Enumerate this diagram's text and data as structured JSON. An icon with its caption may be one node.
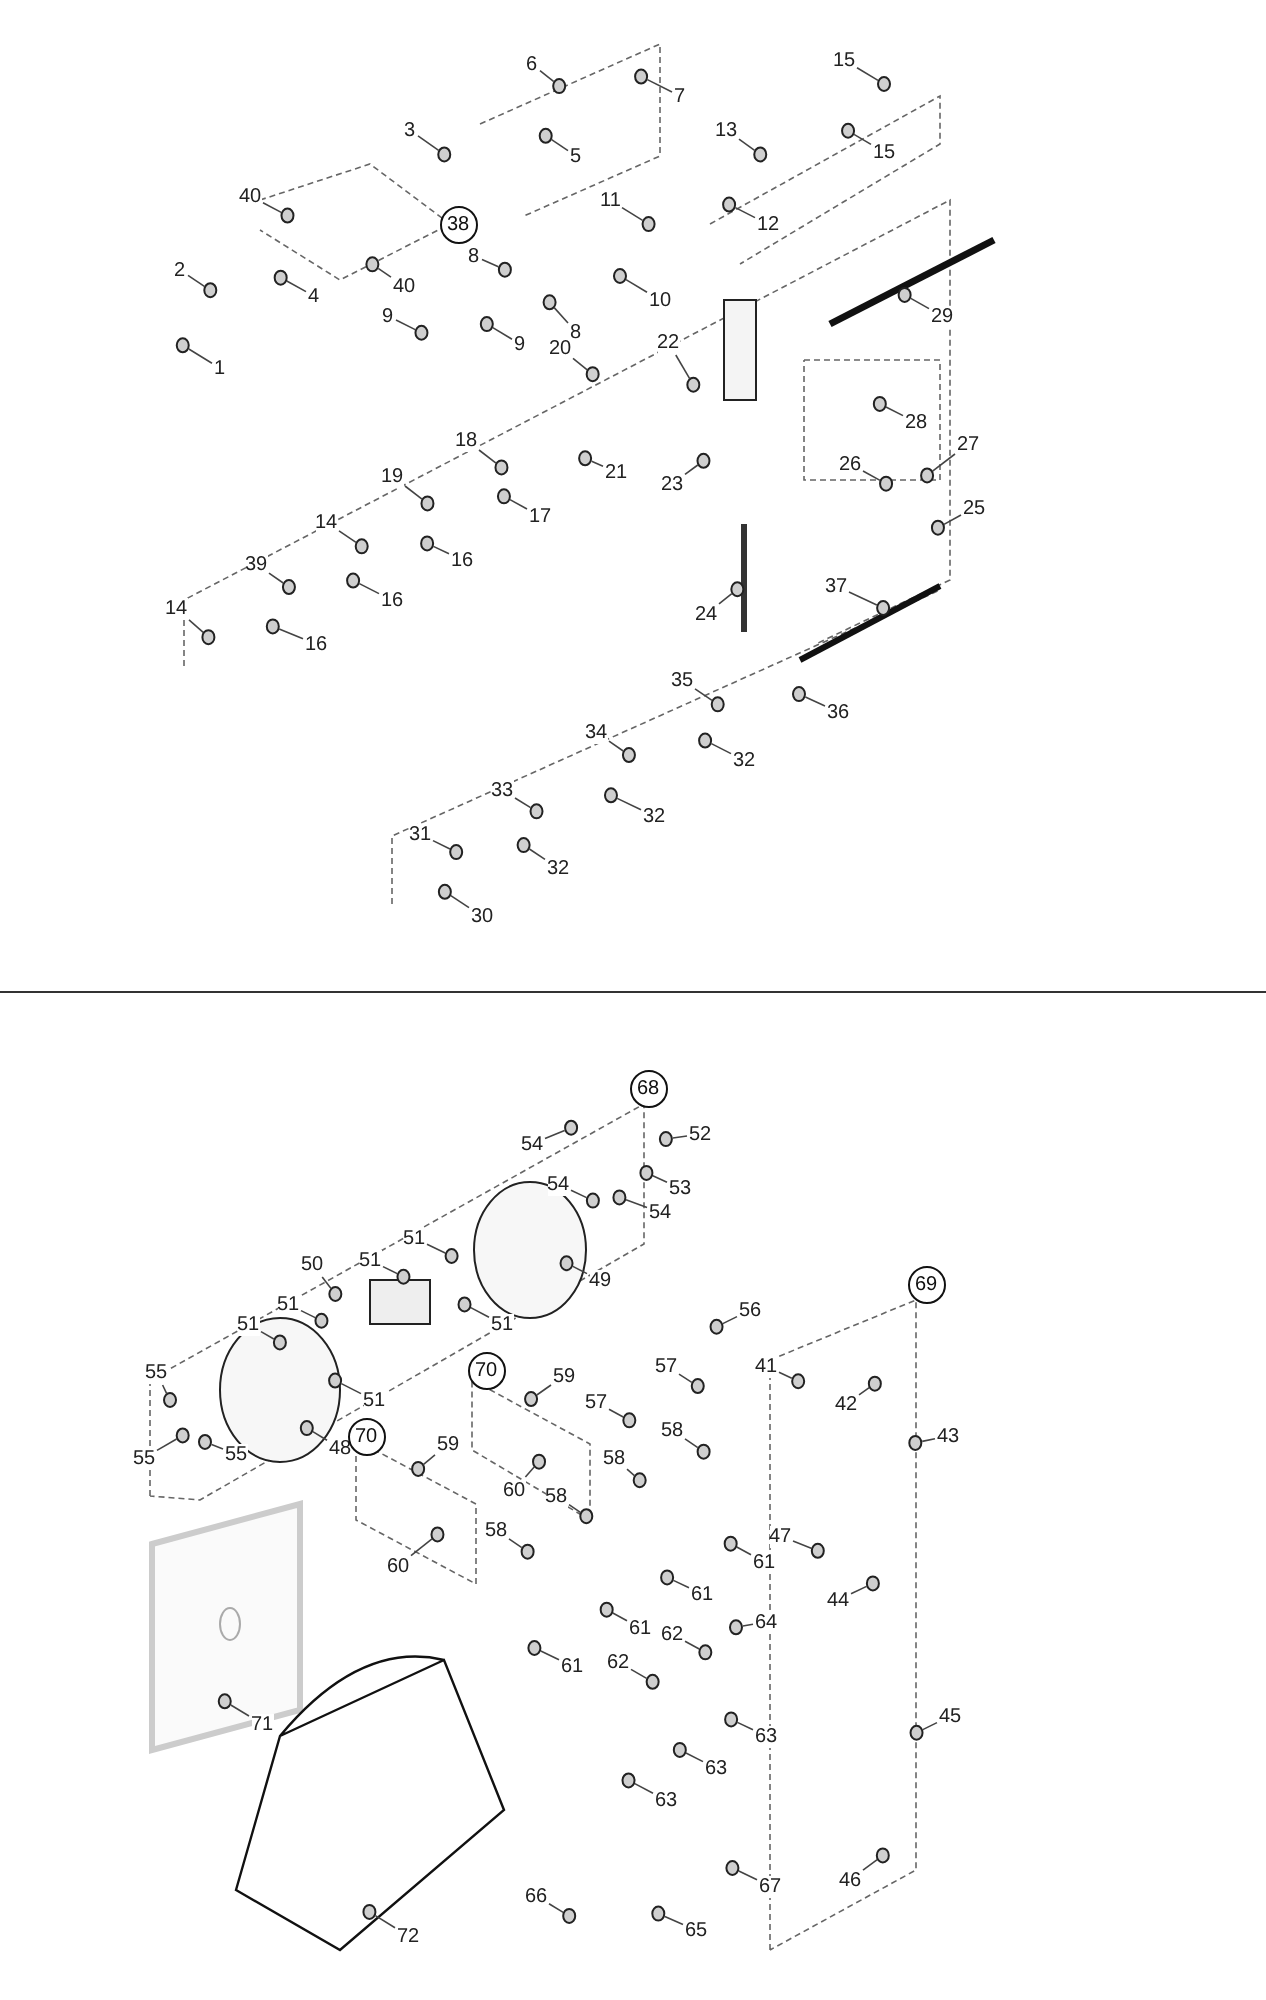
{
  "diagram": {
    "nodes": [
      {
        "text": [
          "6"
        ]
      },
      {
        "text": [
          "7"
        ]
      },
      {
        "text": [
          "15"
        ]
      },
      {
        "text": [
          "13"
        ]
      },
      {
        "text": [
          "15"
        ]
      },
      {
        "text": [
          "3"
        ]
      },
      {
        "text": [
          "5"
        ]
      },
      {
        "text": [
          "40"
        ]
      },
      {
        "text": [
          "38"
        ]
      },
      {
        "text": [
          "11"
        ]
      },
      {
        "text": [
          "12"
        ]
      },
      {
        "text": [
          "2"
        ]
      },
      {
        "text": [
          "4"
        ]
      },
      {
        "text": [
          "40"
        ]
      },
      {
        "text": [
          "8"
        ]
      },
      {
        "text": [
          "10"
        ]
      },
      {
        "text": [
          "9"
        ]
      },
      {
        "text": [
          "9"
        ]
      },
      {
        "text": [
          "8"
        ]
      },
      {
        "text": [
          "20"
        ]
      },
      {
        "text": [
          "22"
        ]
      },
      {
        "text": [
          "29"
        ]
      },
      {
        "text": [
          "1"
        ]
      },
      {
        "text": [
          "28"
        ]
      },
      {
        "text": [
          "27"
        ]
      },
      {
        "text": [
          "18"
        ]
      },
      {
        "text": [
          "21"
        ]
      },
      {
        "text": [
          "26"
        ]
      },
      {
        "text": [
          "23"
        ]
      },
      {
        "text": [
          "19"
        ]
      },
      {
        "text": [
          "17"
        ]
      },
      {
        "text": [
          "25"
        ]
      },
      {
        "text": [
          "14"
        ]
      },
      {
        "text": [
          "16"
        ]
      },
      {
        "text": [
          "39"
        ]
      },
      {
        "text": [
          "16"
        ]
      },
      {
        "text": [
          "24"
        ]
      },
      {
        "text": [
          "37"
        ]
      },
      {
        "text": [
          "14"
        ]
      },
      {
        "text": [
          "16"
        ]
      },
      {
        "text": [
          "35"
        ]
      },
      {
        "text": [
          "36"
        ]
      },
      {
        "text": [
          "34"
        ]
      },
      {
        "text": [
          "32"
        ]
      },
      {
        "text": [
          "33"
        ]
      },
      {
        "text": [
          "32"
        ]
      },
      {
        "text": [
          "31"
        ]
      },
      {
        "text": [
          "32"
        ]
      },
      {
        "text": [
          "30"
        ]
      },
      {
        "text": [
          "68"
        ]
      },
      {
        "text": [
          "52"
        ]
      },
      {
        "text": [
          "54"
        ]
      },
      {
        "text": [
          "53"
        ]
      },
      {
        "text": [
          "54"
        ]
      },
      {
        "text": [
          "54"
        ]
      },
      {
        "text": [
          "51"
        ]
      },
      {
        "text": [
          "50"
        ]
      },
      {
        "text": [
          "51"
        ]
      },
      {
        "text": [
          "49"
        ]
      },
      {
        "text": [
          "51"
        ]
      },
      {
        "text": [
          "51"
        ]
      },
      {
        "text": [
          "56"
        ]
      },
      {
        "text": [
          "69"
        ]
      },
      {
        "text": [
          "51"
        ]
      },
      {
        "text": [
          "51"
        ]
      },
      {
        "text": [
          "57"
        ]
      },
      {
        "text": [
          "55"
        ]
      },
      {
        "text": [
          "70"
        ]
      },
      {
        "text": [
          "59"
        ]
      },
      {
        "text": [
          "41"
        ]
      },
      {
        "text": [
          "42"
        ]
      },
      {
        "text": [
          "57"
        ]
      },
      {
        "text": [
          "58"
        ]
      },
      {
        "text": [
          "43"
        ]
      },
      {
        "text": [
          "55"
        ]
      },
      {
        "text": [
          "55"
        ]
      },
      {
        "text": [
          "48"
        ]
      },
      {
        "text": [
          "70"
        ]
      },
      {
        "text": [
          "59"
        ]
      },
      {
        "text": [
          "58"
        ]
      },
      {
        "text": [
          "60"
        ]
      },
      {
        "text": [
          "58"
        ]
      },
      {
        "text": [
          "61"
        ]
      },
      {
        "text": [
          "47"
        ]
      },
      {
        "text": [
          "58"
        ]
      },
      {
        "text": [
          "60"
        ]
      },
      {
        "text": [
          "61"
        ]
      },
      {
        "text": [
          "44"
        ]
      },
      {
        "text": [
          "64"
        ]
      },
      {
        "text": [
          "61"
        ]
      },
      {
        "text": [
          "62"
        ]
      },
      {
        "text": [
          "62"
        ]
      },
      {
        "text": [
          "61"
        ]
      },
      {
        "text": [
          "71"
        ]
      },
      {
        "text": [
          "63"
        ]
      },
      {
        "text": [
          "45"
        ]
      },
      {
        "text": [
          "63"
        ]
      },
      {
        "text": [
          "63"
        ]
      },
      {
        "text": [
          "67"
        ]
      },
      {
        "text": [
          "66"
        ]
      },
      {
        "text": [
          "46"
        ]
      },
      {
        "text": [
          "65"
        ]
      },
      {
        "text": [
          "72"
        ]
      }
    ],
    "edges": [
      {
        "from": 0,
        "to": null,
        "arrow": "none"
      },
      {
        "from": 1,
        "to": null,
        "arrow": "none"
      },
      {
        "from": 2,
        "to": null,
        "arrow": "none"
      },
      {
        "from": 3,
        "to": null,
        "arrow": "none"
      },
      {
        "from": 4,
        "to": null,
        "arrow": "none"
      },
      {
        "from": 5,
        "to": null,
        "arrow": "none"
      },
      {
        "from": 6,
        "to": null,
        "arrow": "none"
      },
      {
        "from": 7,
        "to": null,
        "arrow": "none"
      },
      {
        "from": 9,
        "to": null,
        "arrow": "none"
      },
      {
        "from": 10,
        "to": null,
        "arrow": "none"
      },
      {
        "from": 11,
        "to": null,
        "arrow": "none"
      },
      {
        "from": 12,
        "to": null,
        "arrow": "none"
      },
      {
        "from": 13,
        "to": null,
        "arrow": "none"
      },
      {
        "from": 14,
        "to": null,
        "arrow": "none"
      },
      {
        "from": 15,
        "to": null,
        "arrow": "none"
      },
      {
        "from": 16,
        "to": null,
        "arrow": "none"
      },
      {
        "from": 17,
        "to": null,
        "arrow": "none"
      },
      {
        "from": 18,
        "to": null,
        "arrow": "none"
      },
      {
        "from": 19,
        "to": null,
        "arrow": "none"
      },
      {
        "from": 20,
        "to": null,
        "arrow": "none"
      },
      {
        "from": 21,
        "to": null,
        "arrow": "none"
      },
      {
        "from": 22,
        "to": null,
        "arrow": "none"
      },
      {
        "from": 23,
        "to": null,
        "arrow": "none"
      },
      {
        "from": 24,
        "to": null,
        "arrow": "none"
      },
      {
        "from": 25,
        "to": null,
        "arrow": "none"
      },
      {
        "from": 26,
        "to": null,
        "arrow": "none"
      },
      {
        "from": 27,
        "to": null,
        "arrow": "none"
      },
      {
        "from": 28,
        "to": null,
        "arrow": "none"
      },
      {
        "from": 29,
        "to": null,
        "arrow": "none"
      },
      {
        "from": 30,
        "to": null,
        "arrow": "none"
      },
      {
        "from": 31,
        "to": null,
        "arrow": "none"
      },
      {
        "from": 32,
        "to": null,
        "arrow": "none"
      },
      {
        "from": 33,
        "to": null,
        "arrow": "none"
      },
      {
        "from": 34,
        "to": null,
        "arrow": "none"
      },
      {
        "from": 35,
        "to": null,
        "arrow": "none"
      },
      {
        "from": 36,
        "to": null,
        "arrow": "none"
      },
      {
        "from": 37,
        "to": null,
        "arrow": "none"
      },
      {
        "from": 38,
        "to": null,
        "arrow": "none"
      },
      {
        "from": 39,
        "to": null,
        "arrow": "none"
      },
      {
        "from": 40,
        "to": null,
        "arrow": "none"
      },
      {
        "from": 41,
        "to": null,
        "arrow": "none"
      },
      {
        "from": 42,
        "to": null,
        "arrow": "none"
      },
      {
        "from": 43,
        "to": null,
        "arrow": "none"
      },
      {
        "from": 44,
        "to": null,
        "arrow": "none"
      },
      {
        "from": 45,
        "to": null,
        "arrow": "none"
      },
      {
        "from": 46,
        "to": null,
        "arrow": "none"
      },
      {
        "from": 47,
        "to": null,
        "arrow": "none"
      },
      {
        "from": 48,
        "to": null,
        "arrow": "none"
      },
      {
        "from": 50,
        "to": null,
        "arrow": "none"
      },
      {
        "from": 51,
        "to": null,
        "arrow": "none"
      },
      {
        "from": 52,
        "to": null,
        "arrow": "none"
      },
      {
        "from": 53,
        "to": null,
        "arrow": "none"
      },
      {
        "from": 54,
        "to": null,
        "arrow": "none"
      },
      {
        "from": 55,
        "to": null,
        "arrow": "none"
      },
      {
        "from": 56,
        "to": null,
        "arrow": "none"
      },
      {
        "from": 57,
        "to": null,
        "arrow": "none"
      },
      {
        "from": 58,
        "to": null,
        "arrow": "none"
      },
      {
        "from": 59,
        "to": null,
        "arrow": "none"
      },
      {
        "from": 60,
        "to": null,
        "arrow": "none"
      },
      {
        "from": 61,
        "to": null,
        "arrow": "none"
      },
      {
        "from": 63,
        "to": null,
        "arrow": "none"
      },
      {
        "from": 64,
        "to": null,
        "arrow": "none"
      },
      {
        "from": 65,
        "to": null,
        "arrow": "none"
      },
      {
        "from": 66,
        "to": null,
        "arrow": "none"
      },
      {
        "from": 68,
        "to": null,
        "arrow": "none"
      },
      {
        "from": 69,
        "to": null,
        "arrow": "none"
      },
      {
        "from": 70,
        "to": null,
        "arrow": "none"
      },
      {
        "from": 71,
        "to": null,
        "arrow": "none"
      },
      {
        "from": 72,
        "to": null,
        "arrow": "none"
      },
      {
        "from": 73,
        "to": null,
        "arrow": "none"
      },
      {
        "from": 74,
        "to": null,
        "arrow": "none"
      },
      {
        "from": 75,
        "to": null,
        "arrow": "none"
      },
      {
        "from": 76,
        "to": null,
        "arrow": "none"
      },
      {
        "from": 78,
        "to": null,
        "arrow": "none"
      },
      {
        "from": 79,
        "to": null,
        "arrow": "none"
      },
      {
        "from": 80,
        "to": null,
        "arrow": "none"
      },
      {
        "from": 81,
        "to": null,
        "arrow": "none"
      },
      {
        "from": 82,
        "to": null,
        "arrow": "none"
      },
      {
        "from": 83,
        "to": null,
        "arrow": "none"
      },
      {
        "from": 84,
        "to": null,
        "arrow": "none"
      },
      {
        "from": 85,
        "to": null,
        "arrow": "none"
      },
      {
        "from": 86,
        "to": null,
        "arrow": "none"
      },
      {
        "from": 87,
        "to": null,
        "arrow": "none"
      },
      {
        "from": 88,
        "to": null,
        "arrow": "none"
      },
      {
        "from": 89,
        "to": null,
        "arrow": "none"
      },
      {
        "from": 90,
        "to": null,
        "arrow": "none"
      },
      {
        "from": 91,
        "to": null,
        "arrow": "none"
      },
      {
        "from": 92,
        "to": null,
        "arrow": "none"
      },
      {
        "from": 93,
        "to": null,
        "arrow": "none"
      },
      {
        "from": 94,
        "to": null,
        "arrow": "none"
      },
      {
        "from": 95,
        "to": null,
        "arrow": "none"
      },
      {
        "from": 96,
        "to": null,
        "arrow": "none"
      },
      {
        "from": 97,
        "to": null,
        "arrow": "none"
      },
      {
        "from": 98,
        "to": null,
        "arrow": "none"
      },
      {
        "from": 99,
        "to": null,
        "arrow": "none"
      },
      {
        "from": 100,
        "to": null,
        "arrow": "none"
      },
      {
        "from": 101,
        "to": null,
        "arrow": "none"
      },
      {
        "from": 102,
        "to": null,
        "arrow": "none"
      }
    ]
  }
}
